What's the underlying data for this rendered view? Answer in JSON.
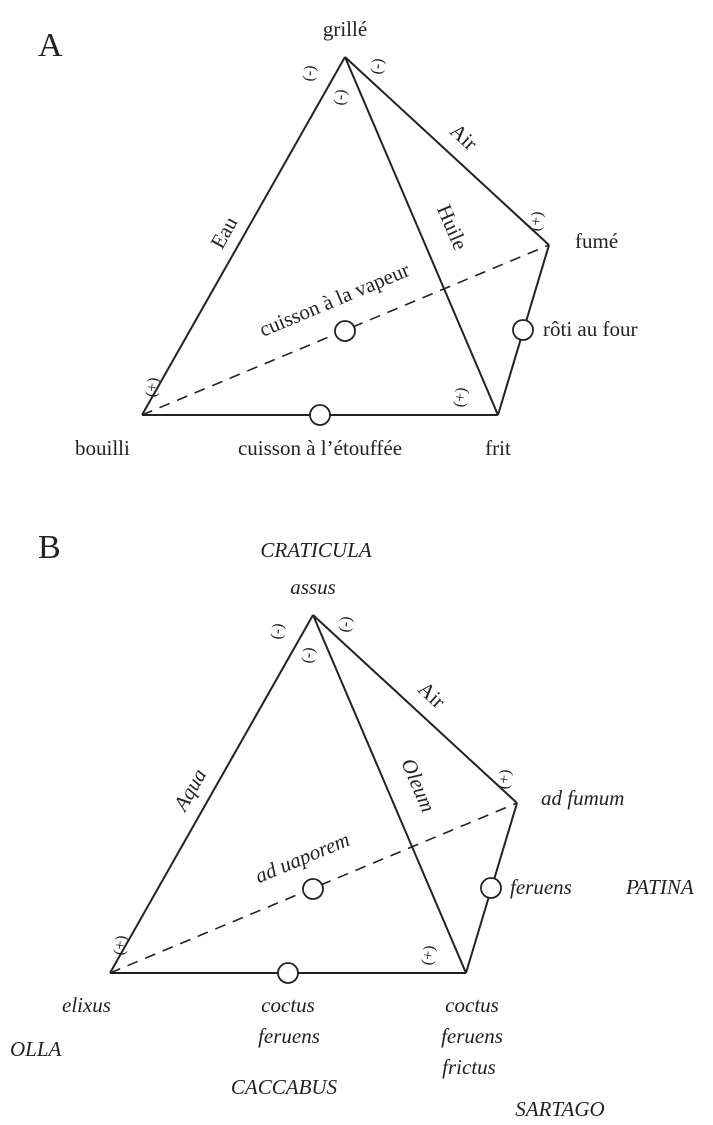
{
  "panel_a": {
    "letter": "A",
    "vertices": {
      "top": "grillé",
      "right": "fumé",
      "left": "bouilli",
      "bottom_right": "frit"
    },
    "edges": {
      "left_edge": "Eau",
      "inner_edge": "Huile",
      "right_upper_edge": "Air"
    },
    "midpoints": {
      "dashed": "cuisson à la vapeur",
      "bottom": "cuisson à l’étouffée",
      "right_lower": "rôti au four"
    },
    "signs": {
      "minus": "(-)",
      "plus": "(+)"
    }
  },
  "panel_b": {
    "letter": "B",
    "top_vessel": "CRATICULA",
    "vertices": {
      "top": "assus",
      "right": "ad fumum",
      "left": "elixus",
      "bottom_right_1": "coctus",
      "bottom_right_2": "feruens",
      "bottom_right_3": "frictus"
    },
    "edges": {
      "left_edge": "Aqua",
      "inner_edge": "Oleum",
      "right_upper_edge": "Air"
    },
    "midpoints": {
      "dashed": "ad uaporem",
      "bottom_1": "coctus",
      "bottom_2": "feruens",
      "right_lower": "feruens"
    },
    "vessels": {
      "right": "PATINA",
      "left": "OLLA",
      "bottom": "CACCABUS",
      "bottom_right": "SARTAGO"
    },
    "signs": {
      "minus": "(-)",
      "plus": "(+)"
    }
  }
}
